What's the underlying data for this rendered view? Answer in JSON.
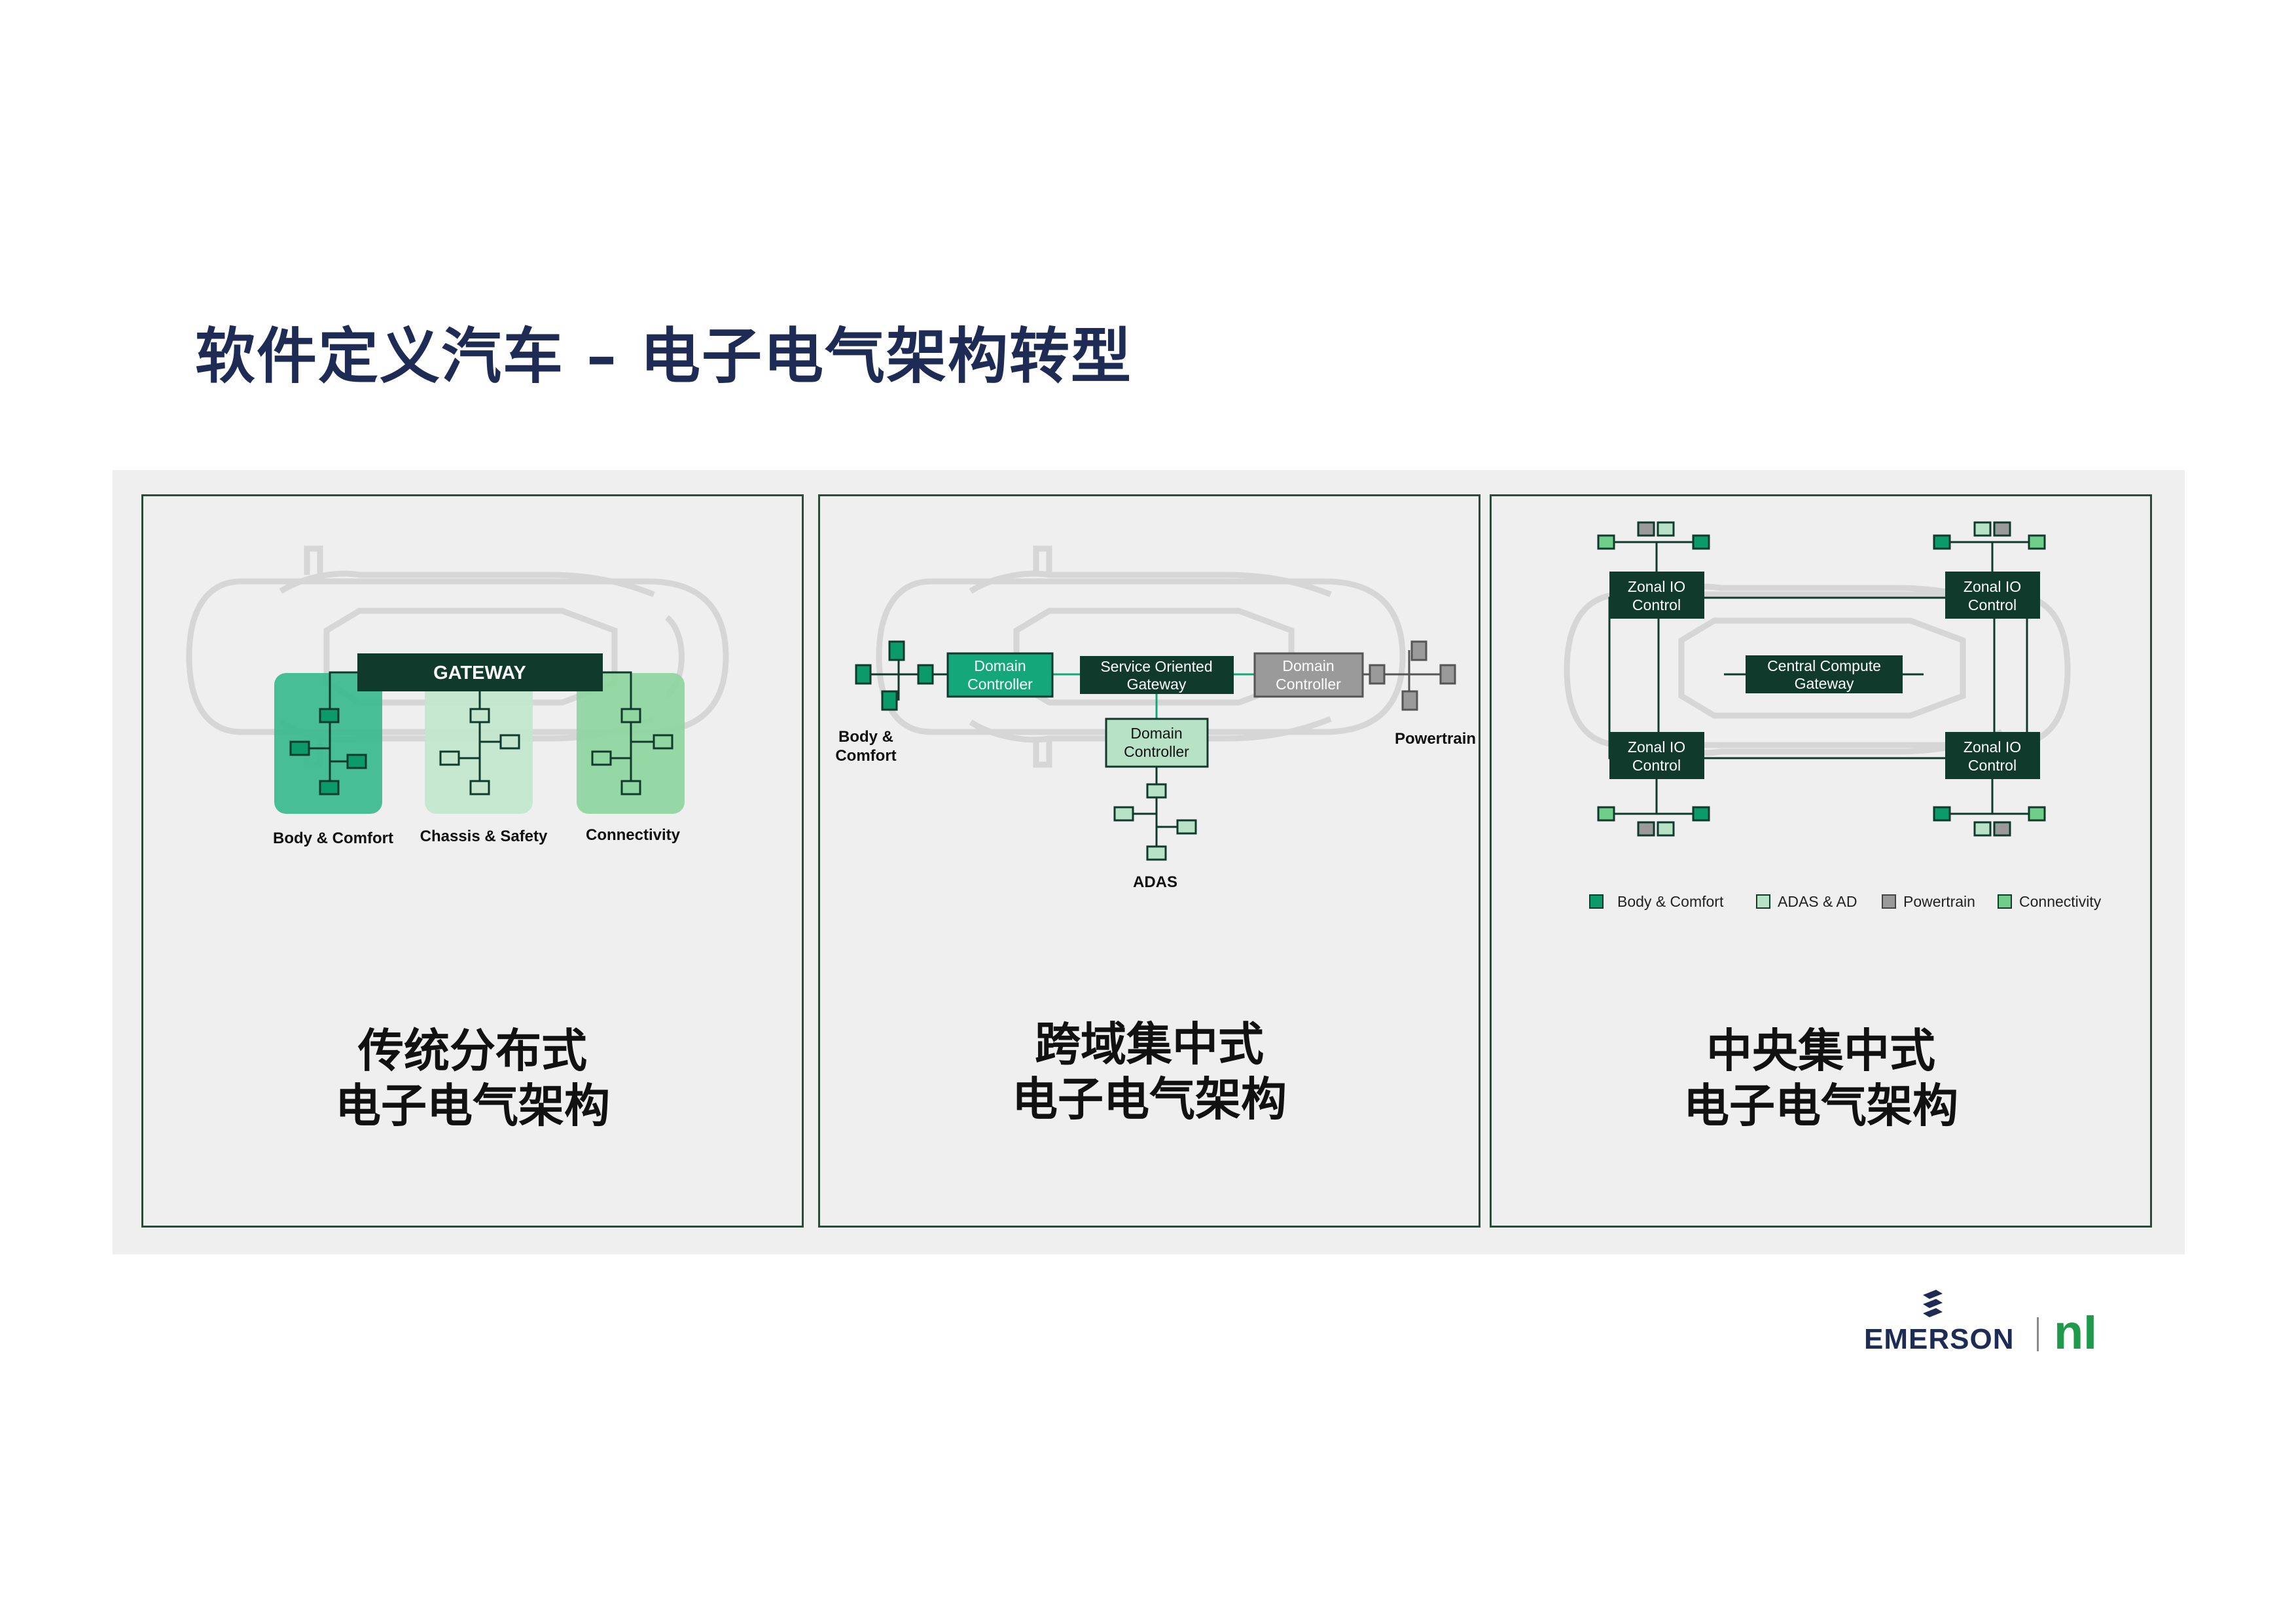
{
  "title": "软件定义汽车 – 电子电气架构转型",
  "panel1": {
    "gateway": "GATEWAY",
    "labels": [
      "Body & Comfort",
      "Chassis & Safety",
      "Connectivity"
    ],
    "caption": [
      "传统分布式",
      "电子电气架构"
    ]
  },
  "panel2": {
    "domain_left": [
      "Domain",
      "Controller"
    ],
    "gateway": [
      "Service Oriented",
      "Gateway"
    ],
    "domain_right": [
      "Domain",
      "Controller"
    ],
    "domain_bottom": [
      "Domain",
      "Controller"
    ],
    "label_body": [
      "Body &",
      "Comfort"
    ],
    "label_powertrain": "Powertrain",
    "label_adas": "ADAS",
    "caption": [
      "跨域集中式",
      "电子电气架构"
    ]
  },
  "panel3": {
    "zonal": [
      "Zonal IO",
      "Control"
    ],
    "central": [
      "Central Compute",
      "Gateway"
    ],
    "legend": [
      "Body & Comfort",
      "ADAS & AD",
      "Powertrain",
      "Connectivity"
    ],
    "caption": [
      "中央集中式",
      "电子电气架构"
    ]
  },
  "logo": {
    "emerson": "EMERSON",
    "ni": "nI"
  },
  "colors": {
    "title": "#1d2b55",
    "dark_green": "#0f3a2c",
    "body_green": "#0b9b6b",
    "adas_green": "#b8e2c6",
    "conn_green": "#6fce8a",
    "powertrain_gray": "#9a9a9a",
    "teal_box": "#14a77a"
  }
}
